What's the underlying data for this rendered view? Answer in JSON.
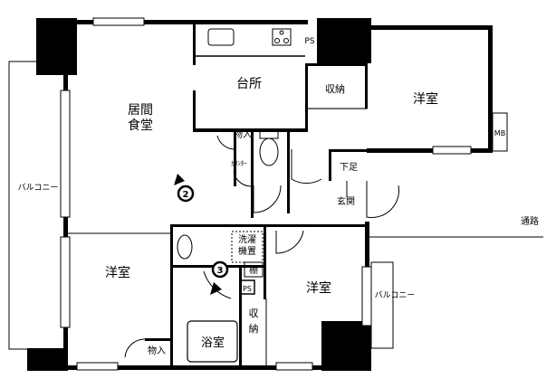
{
  "plan": {
    "rooms": {
      "living_dining_1": "居間",
      "living_dining_2": "食堂",
      "kitchen": "台所",
      "storage_top": "収納",
      "western_room_ne": "洋室",
      "western_room_sw": "洋室",
      "western_room_se": "洋室",
      "closet_toilet": "物入",
      "counter": "ｶｳﾝﾀｰ",
      "shoe_storage": "下足",
      "entrance": "玄関",
      "washer_1": "洗濯",
      "washer_2": "機置",
      "shelf": "棚",
      "ps_top": "PS",
      "ps_bath": "PS",
      "bath": "浴室",
      "storage_v_1": "収",
      "storage_v_2": "納",
      "closet_bottom": "物入",
      "mb": "MB",
      "balcony_left": "バルコニー",
      "balcony_right": "バルコニー",
      "corridor": "通路"
    },
    "markers": {
      "m2": "2",
      "m3": "3"
    }
  }
}
